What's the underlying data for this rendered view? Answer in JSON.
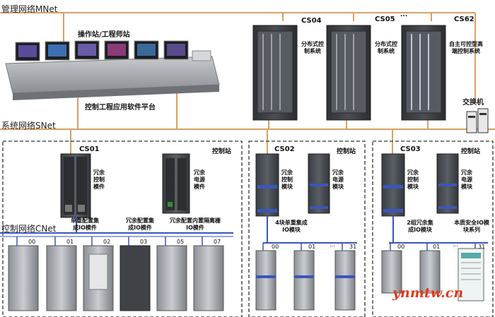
{
  "networks": {
    "mnet": "管理网络MNet",
    "snet": "系统网络SNet",
    "cnet": "控制网络CNet"
  },
  "workstation": {
    "title": "操作站/工程师站",
    "platform": "控制工程应用软件平台"
  },
  "cabinets": [
    {
      "id": "CS04",
      "desc": "分布式控制系统"
    },
    {
      "id": "CS05",
      "desc": "分布式控制系统"
    },
    {
      "id": "...",
      "desc": ""
    },
    {
      "id": "CS62",
      "desc": "自主可控型高端控制系统"
    }
  ],
  "switch_label": "交换机",
  "stations": [
    {
      "id": "CS01",
      "title": "控制站",
      "module1": "冗余控制模件",
      "module2": "冗余电源模件",
      "io_groups": [
        "单重配置集成IO模件",
        "冗余配置集成IO模件",
        "冗余配置内置隔离栅IO模件"
      ],
      "io_numbers": [
        "00",
        "01",
        "02",
        "03",
        "05",
        "07"
      ]
    },
    {
      "id": "CS02",
      "title": "控制站",
      "module1": "冗余控制模块",
      "module2": "冗余电源模块",
      "io_groups": [
        "4块单重集成IO模块"
      ],
      "io_numbers": [
        "00",
        "01",
        "...",
        "31"
      ]
    },
    {
      "id": "CS03",
      "title": "控制站",
      "module1": "冗余控制模块",
      "module2": "冗余电源模块",
      "io_groups": [
        "2组冗余集成IO模块",
        "本质安全IO模块系列"
      ],
      "io_numbers": [
        "00",
        "01",
        "...",
        "31"
      ]
    }
  ],
  "watermark": "ynmtw.cn",
  "colors": {
    "bus": "#d9a066",
    "cnet": "#3a56b8",
    "cabinet": "#3c3f44",
    "dash": "#333333"
  }
}
